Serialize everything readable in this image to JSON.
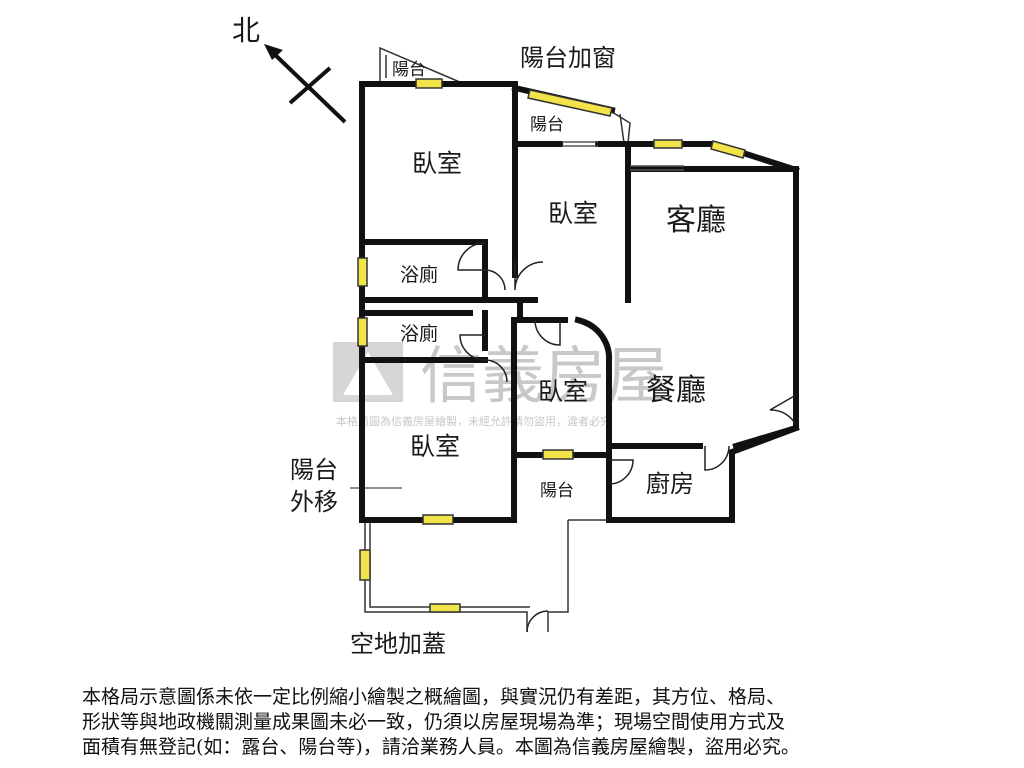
{
  "compass": {
    "north_label": "北"
  },
  "rooms": {
    "balcony_top_left": "陽台",
    "bedroom_top_left": "臥室",
    "balcony_window_note": "陽台加窗",
    "balcony_mid": "陽台",
    "bedroom_mid": "臥室",
    "living_room": "客廳",
    "bathroom_1": "浴廁",
    "bathroom_2": "浴廁",
    "bedroom_small": "臥室",
    "dining_room": "餐廳",
    "bedroom_bottom_left": "臥室",
    "balcony_moved_line1": "陽台",
    "balcony_moved_line2": "外移",
    "balcony_bottom": "陽台",
    "kitchen": "廚房",
    "vacant_land_note": "空地加蓋"
  },
  "watermark": {
    "brand": "信義房屋",
    "notice": "本格局圖為信義房屋繪製，未經允許請勿盜用，違者必究"
  },
  "disclaimer": {
    "line1": "本格局示意圖係未依一定比例縮小繪製之概繪圖，與實況仍有差距，其方位、格局、",
    "line2": "形狀等與地政機關測量成果圖未必一致，仍須以房屋現場為準；現場空間使用方式及",
    "line3": "面積有無登記(如：露台、陽台等)，請洽業務人員。本圖為信義房屋繪製，盜用必究。"
  },
  "colors": {
    "wall": "#111111",
    "window": "#f2e34a",
    "background": "#ffffff",
    "watermark": "#c8c8c8"
  }
}
